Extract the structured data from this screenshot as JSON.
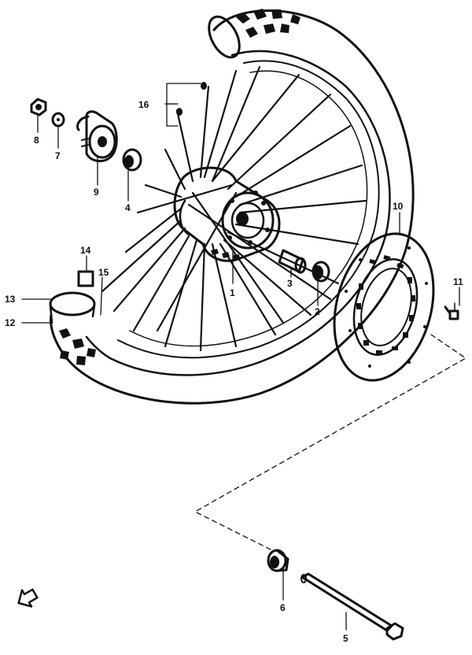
{
  "callouts": [
    {
      "id": "c1",
      "label": "1"
    },
    {
      "id": "c2",
      "label": "2"
    },
    {
      "id": "c3",
      "label": "3"
    },
    {
      "id": "c4",
      "label": "4"
    },
    {
      "id": "c5",
      "label": "5"
    },
    {
      "id": "c6",
      "label": "6"
    },
    {
      "id": "c7",
      "label": "7"
    },
    {
      "id": "c8",
      "label": "8"
    },
    {
      "id": "c9",
      "label": "9"
    },
    {
      "id": "c10",
      "label": "10"
    },
    {
      "id": "c11",
      "label": "11"
    },
    {
      "id": "c12",
      "label": "12"
    },
    {
      "id": "c13",
      "label": "13"
    },
    {
      "id": "c14",
      "label": "14"
    },
    {
      "id": "c15",
      "label": "15"
    },
    {
      "id": "c16",
      "label": "16"
    }
  ],
  "icons": {
    "front_arrow": "front-direction-arrow-icon"
  }
}
